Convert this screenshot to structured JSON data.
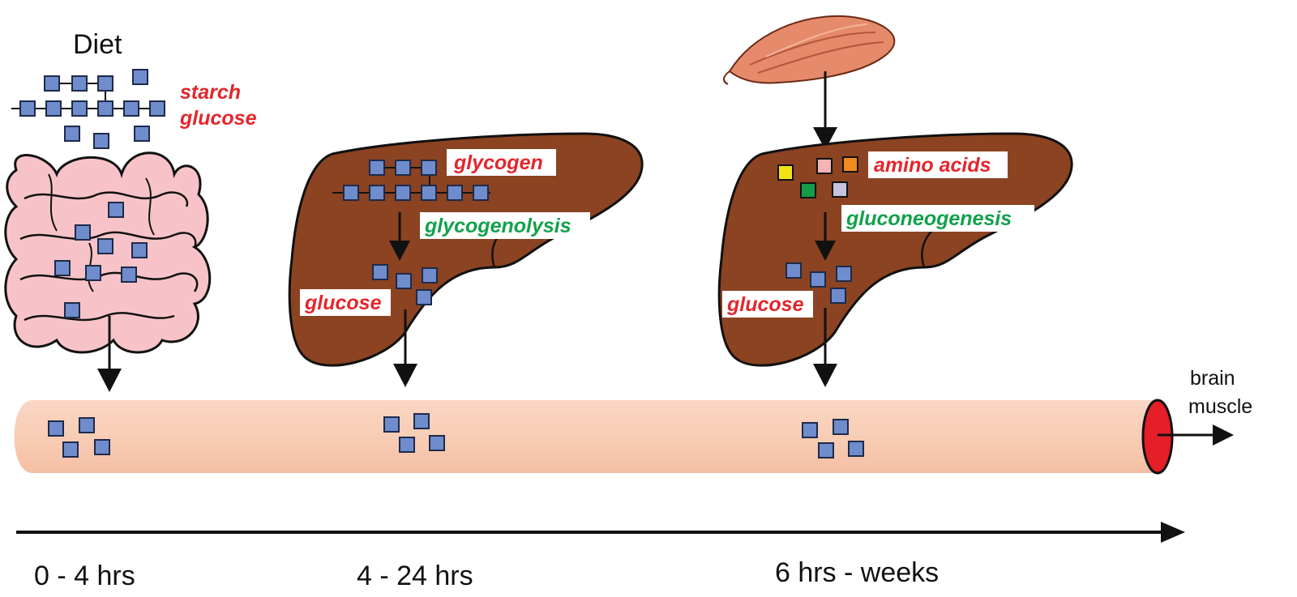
{
  "diet_label": "Diet",
  "diet_starch": "starch",
  "diet_glucose": "glucose",
  "stage2": {
    "glycogen": "glycogen",
    "process": "glycogenolysis",
    "glucose": "glucose"
  },
  "stage3": {
    "amino_acids": "amino acids",
    "process": "gluconeogenesis",
    "glucose": "glucose"
  },
  "outputs": {
    "brain": "brain",
    "muscle": "muscle"
  },
  "timeline": [
    "0 - 4 hrs",
    "4 - 24 hrs",
    "6 hrs - weeks"
  ],
  "colors": {
    "liver": "#8b4321",
    "intestine": "#f8c3c8",
    "vessel": "#f8cdb5",
    "vessel_end": "#e51e27",
    "glucose_square": "#6f8ccc",
    "label_red": "#e3262d",
    "label_green": "#12a14b",
    "muscle": "#e58a6a"
  },
  "amino_acid_colors": [
    "#f2e316",
    "#f4b4b4",
    "#f28a1e",
    "#169c48",
    "#c6c3de"
  ]
}
